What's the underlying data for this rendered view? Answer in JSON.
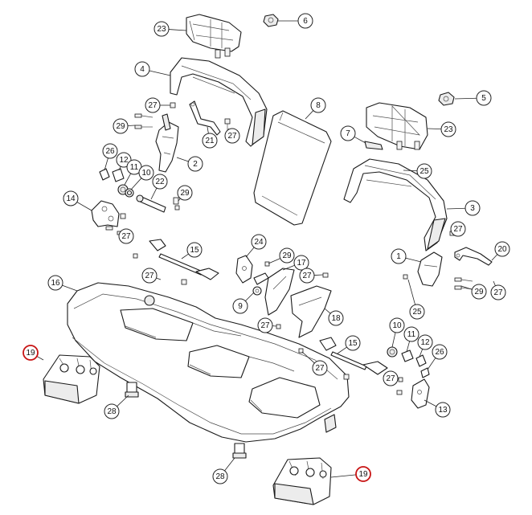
{
  "diagram": {
    "callouts": [
      {
        "id": "c23a",
        "label": "23"
      },
      {
        "id": "c6",
        "label": "6"
      },
      {
        "id": "c4",
        "label": "4"
      },
      {
        "id": "c8",
        "label": "8"
      },
      {
        "id": "c5",
        "label": "5"
      },
      {
        "id": "c27a",
        "label": "27"
      },
      {
        "id": "c29a",
        "label": "29"
      },
      {
        "id": "c21",
        "label": "21"
      },
      {
        "id": "c27b",
        "label": "27"
      },
      {
        "id": "c7",
        "label": "7"
      },
      {
        "id": "c23b",
        "label": "23"
      },
      {
        "id": "c26a",
        "label": "26"
      },
      {
        "id": "c12a",
        "label": "12"
      },
      {
        "id": "c11a",
        "label": "11"
      },
      {
        "id": "c10a",
        "label": "10"
      },
      {
        "id": "c2",
        "label": "2"
      },
      {
        "id": "c22",
        "label": "22"
      },
      {
        "id": "c29b",
        "label": "29"
      },
      {
        "id": "c25a",
        "label": "25"
      },
      {
        "id": "c14",
        "label": "14"
      },
      {
        "id": "c3",
        "label": "3"
      },
      {
        "id": "c27c",
        "label": "27"
      },
      {
        "id": "c27d",
        "label": "27"
      },
      {
        "id": "c24",
        "label": "24"
      },
      {
        "id": "c15a",
        "label": "15"
      },
      {
        "id": "c29c",
        "label": "29"
      },
      {
        "id": "c20",
        "label": "20"
      },
      {
        "id": "c1",
        "label": "1"
      },
      {
        "id": "c16",
        "label": "16"
      },
      {
        "id": "c27e",
        "label": "27"
      },
      {
        "id": "c17",
        "label": "17"
      },
      {
        "id": "c27f",
        "label": "27"
      },
      {
        "id": "c9",
        "label": "9"
      },
      {
        "id": "c18",
        "label": "18"
      },
      {
        "id": "c29d",
        "label": "29"
      },
      {
        "id": "c27g",
        "label": "27"
      },
      {
        "id": "c25b",
        "label": "25"
      },
      {
        "id": "c27h",
        "label": "27"
      },
      {
        "id": "c10b",
        "label": "10"
      },
      {
        "id": "c11b",
        "label": "11"
      },
      {
        "id": "c12b",
        "label": "12"
      },
      {
        "id": "c26b",
        "label": "26"
      },
      {
        "id": "c19a",
        "label": "19",
        "highlight": true
      },
      {
        "id": "c15b",
        "label": "15"
      },
      {
        "id": "c27i",
        "label": "27"
      },
      {
        "id": "c27j",
        "label": "27"
      },
      {
        "id": "c13",
        "label": "13"
      },
      {
        "id": "c28a",
        "label": "28"
      },
      {
        "id": "c28b",
        "label": "28"
      },
      {
        "id": "c19b",
        "label": "19",
        "highlight": true
      }
    ],
    "highlight_color": "#c81414"
  }
}
